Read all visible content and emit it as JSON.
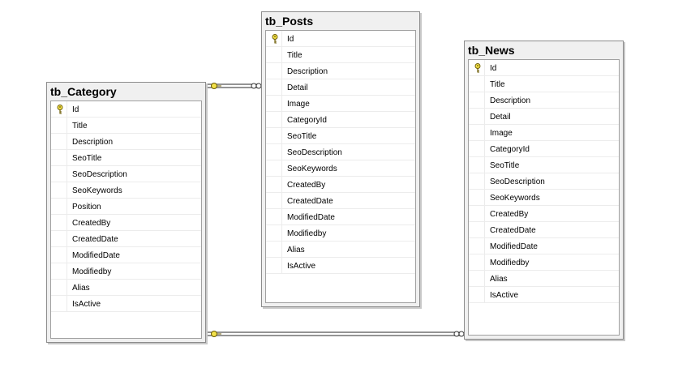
{
  "tables": {
    "category": {
      "name": "tb_Category",
      "columns": [
        "Id",
        "Title",
        "Description",
        "SeoTitle",
        "SeoDescription",
        "SeoKeywords",
        "Position",
        "CreatedBy",
        "CreatedDate",
        "ModifiedDate",
        "Modifiedby",
        "Alias",
        "IsActive"
      ]
    },
    "posts": {
      "name": "tb_Posts",
      "columns": [
        "Id",
        "Title",
        "Description",
        "Detail",
        "Image",
        "CategoryId",
        "SeoTitle",
        "SeoDescription",
        "SeoKeywords",
        "CreatedBy",
        "CreatedDate",
        "ModifiedDate",
        "Modifiedby",
        "Alias",
        "IsActive"
      ]
    },
    "news": {
      "name": "tb_News",
      "columns": [
        "Id",
        "Title",
        "Description",
        "Detail",
        "Image",
        "CategoryId",
        "SeoTitle",
        "SeoDescription",
        "SeoKeywords",
        "CreatedBy",
        "CreatedDate",
        "ModifiedDate",
        "Modifiedby",
        "Alias",
        "IsActive"
      ]
    }
  },
  "relationships": [
    {
      "from": "tb_Category",
      "to": "tb_Posts",
      "from_end": "key",
      "to_end": "many"
    },
    {
      "from": "tb_Category",
      "to": "tb_News",
      "from_end": "key",
      "to_end": "many"
    }
  ],
  "icons": {
    "primary_key": "key-icon"
  },
  "colors": {
    "key_fill": "#f2e14a",
    "key_stroke": "#6b5a00",
    "line": "#555555"
  }
}
